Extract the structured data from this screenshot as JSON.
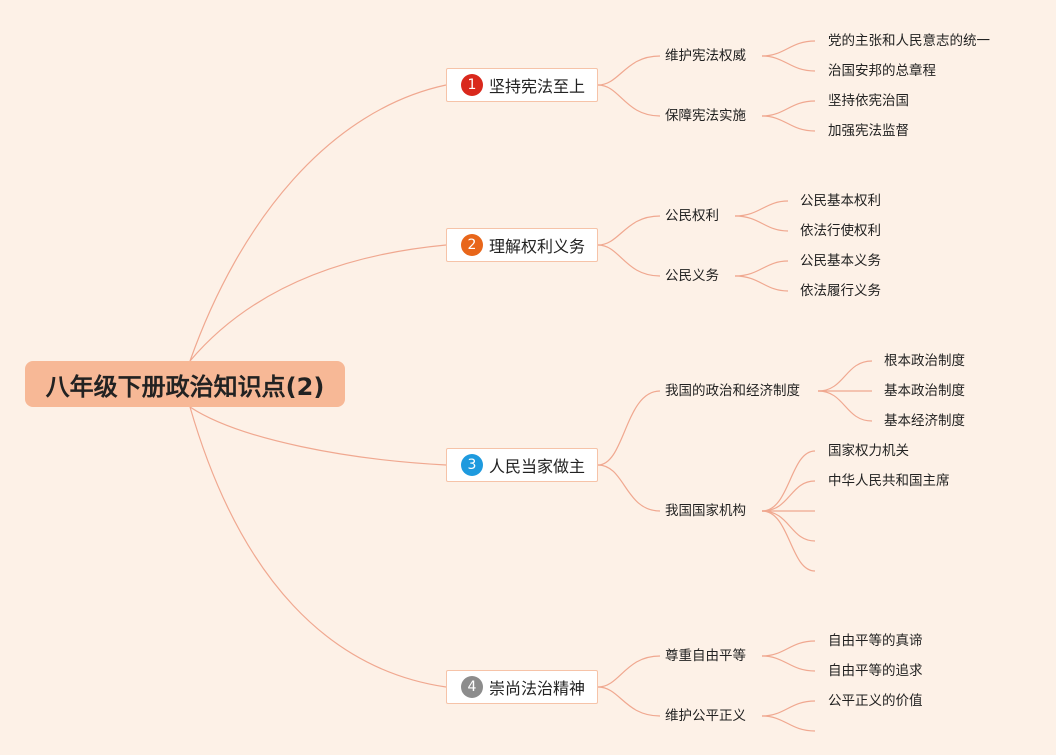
{
  "root": {
    "label": "八年级下册政治知识点(2)"
  },
  "topics": [
    {
      "num": "1",
      "label": "坚持宪法至上",
      "color": "#d9281c",
      "subs": [
        {
          "label": "维护宪法权威",
          "items": [
            "党的主张和人民意志的统一",
            "治国安邦的总章程"
          ]
        },
        {
          "label": "保障宪法实施",
          "items": [
            "坚持依宪治国",
            "加强宪法监督"
          ]
        }
      ]
    },
    {
      "num": "2",
      "label": "理解权利义务",
      "color": "#e8661a",
      "subs": [
        {
          "label": "公民权利",
          "items": [
            "公民基本权利",
            "依法行使权利"
          ]
        },
        {
          "label": "公民义务",
          "items": [
            "公民基本义务",
            "依法履行义务"
          ]
        }
      ]
    },
    {
      "num": "3",
      "label": "人民当家做主",
      "color": "#1e9ade",
      "subs": [
        {
          "label": "我国的政治和经济制度",
          "items": [
            "根本政治制度",
            "基本政治制度",
            "基本经济制度"
          ]
        },
        {
          "label": "我国国家机构",
          "items": [
            "国家权力机关",
            "中华人民共和国主席"
          ]
        }
      ]
    },
    {
      "num": "4",
      "label": "崇尚法治精神",
      "color": "#8c8c8c",
      "subs": [
        {
          "label": "尊重自由平等",
          "items": [
            "自由平等的真谛",
            "自由平等的追求"
          ]
        },
        {
          "label": "维护公平正义",
          "items": [
            "公平正义的价值"
          ]
        }
      ]
    }
  ]
}
